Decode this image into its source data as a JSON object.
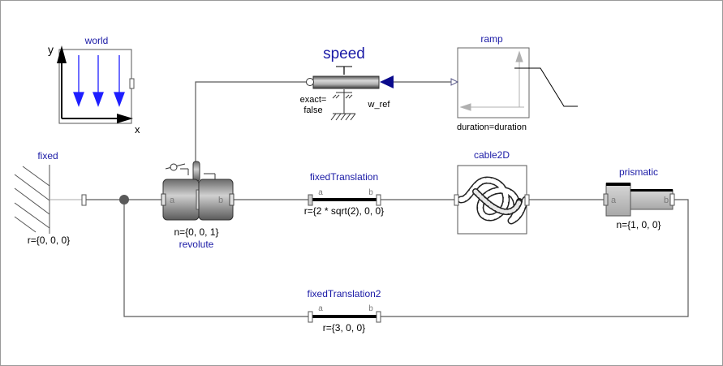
{
  "diagram": {
    "components": {
      "world": {
        "name": "world",
        "axis_y": "y",
        "axis_x": "x"
      },
      "speed": {
        "name": "speed",
        "param": "exact=\nfalse",
        "port": "w_ref"
      },
      "ramp": {
        "name": "ramp",
        "param": "duration=duration"
      },
      "fixed": {
        "name": "fixed",
        "param": "r={0, 0, 0}"
      },
      "revolute": {
        "name": "revolute",
        "param": "n={0, 0, 1}",
        "port_a": "a",
        "port_b": "b"
      },
      "fixedTranslation": {
        "name": "fixedTranslation",
        "param": "r={2 * sqrt(2), 0, 0}",
        "port_a": "a",
        "port_b": "b"
      },
      "cable2D": {
        "name": "cable2D"
      },
      "prismatic": {
        "name": "prismatic",
        "param": "n={1, 0, 0}",
        "port_a": "a",
        "port_b": "b"
      },
      "fixedTranslation2": {
        "name": "fixedTranslation2",
        "param": "r={3, 0, 0}",
        "port_a": "a",
        "port_b": "b"
      }
    },
    "colors": {
      "label": "#1a1aa6",
      "line": "#5a5a5a",
      "frame": "#000000"
    }
  }
}
